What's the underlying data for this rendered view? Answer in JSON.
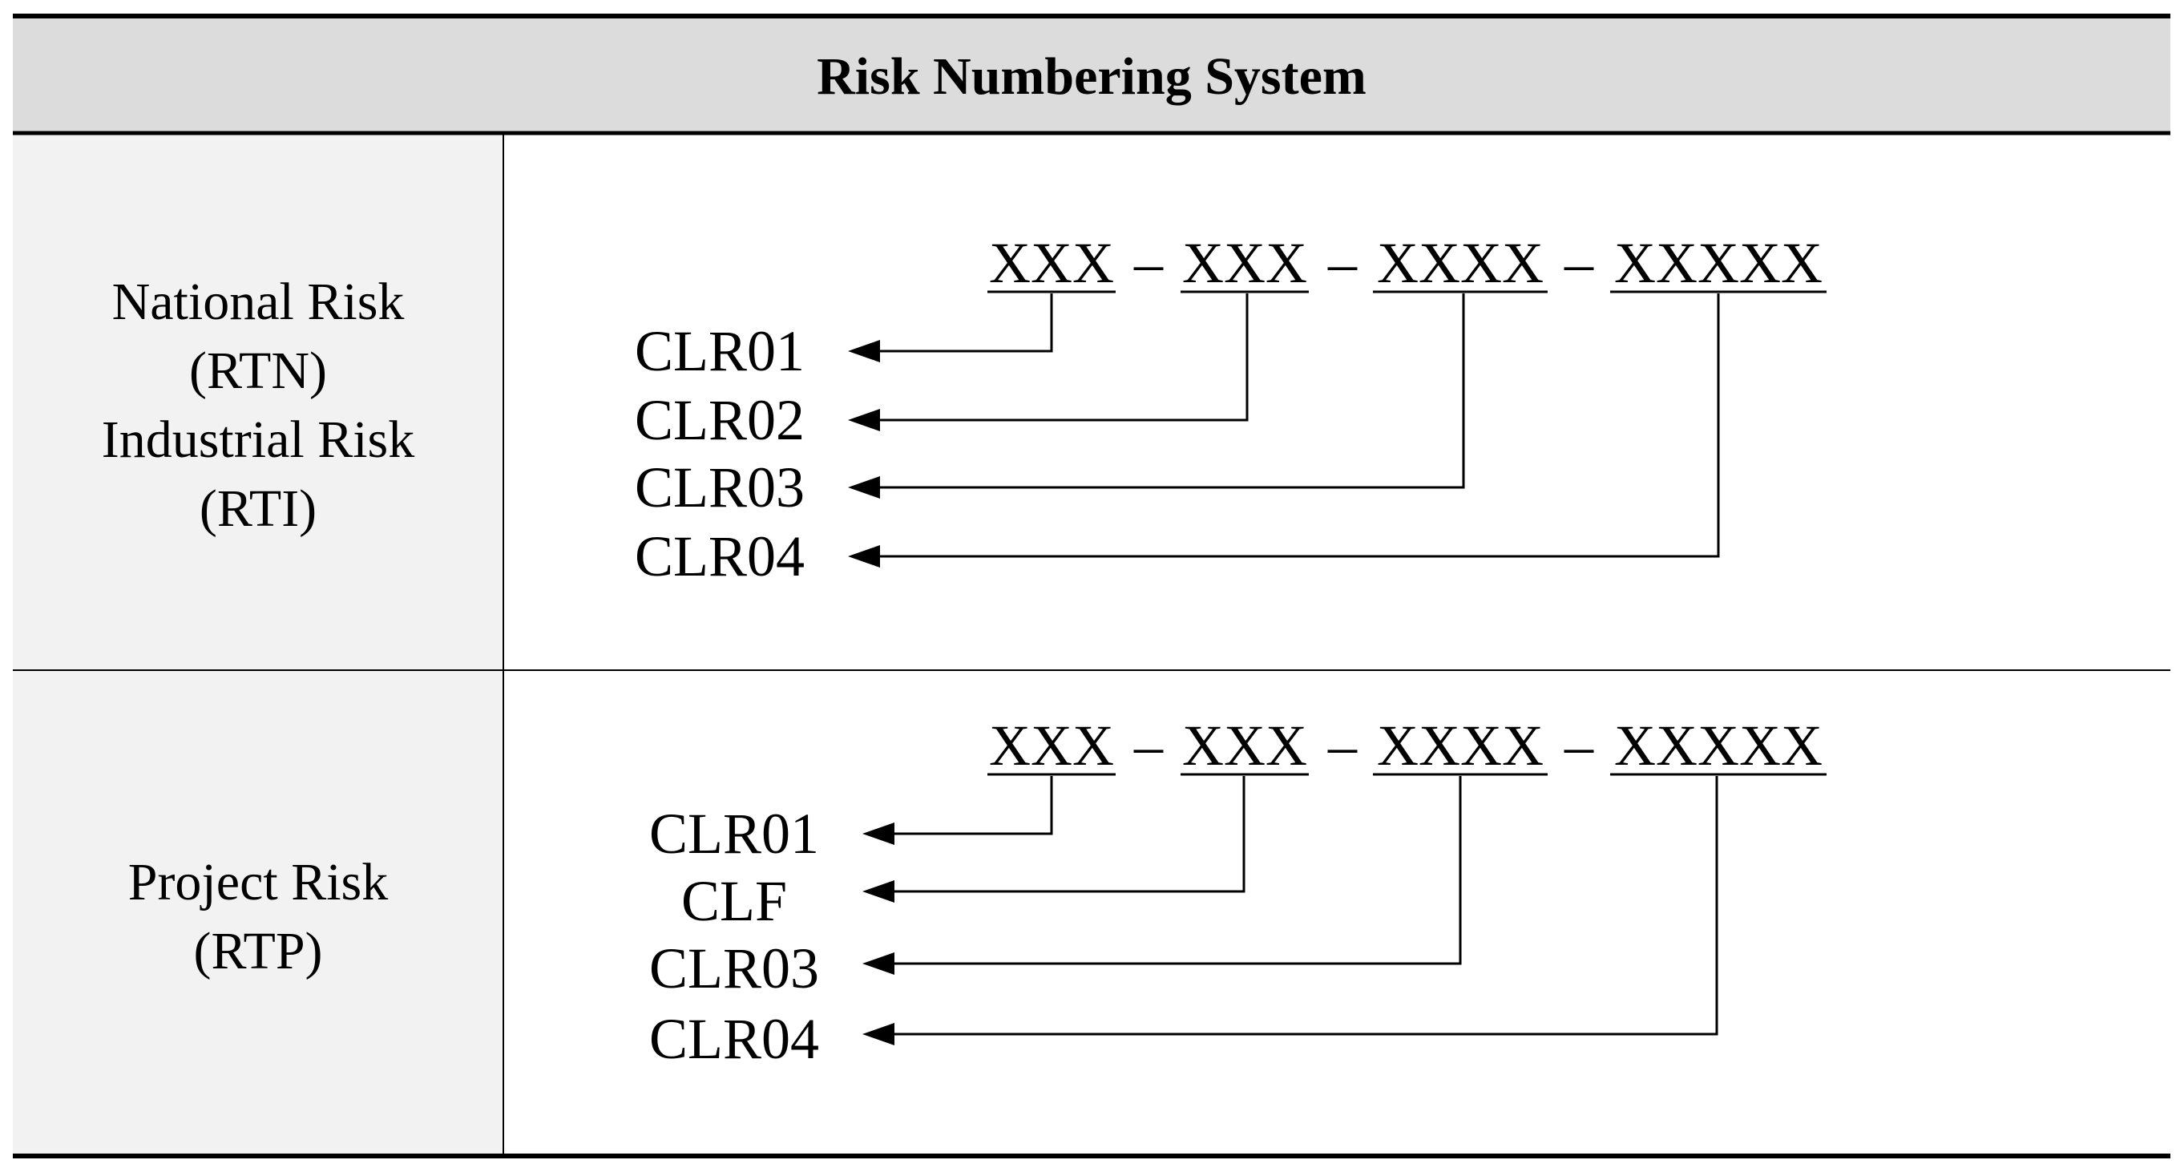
{
  "title": "Risk Numbering System",
  "colors": {
    "header_bg": "#dcdcdc",
    "left_bg": "#f2f2f2",
    "line": "#000000"
  },
  "rows": [
    {
      "left_lines": [
        "National Risk",
        "(RTN)",
        "Industrial Risk",
        "(RTI)"
      ],
      "segments": [
        "XXX",
        "XXX",
        "XXXX",
        "XXXXX"
      ],
      "separator": "–",
      "labels": [
        "CLR01",
        "CLR02",
        "CLR03",
        "CLR04"
      ]
    },
    {
      "left_lines": [
        "Project Risk",
        "(RTP)"
      ],
      "segments": [
        "XXX",
        "XXX",
        "XXXX",
        "XXXXX"
      ],
      "separator": "–",
      "labels": [
        "CLR01",
        "CLF",
        "CLR03",
        "CLR04"
      ]
    }
  ]
}
